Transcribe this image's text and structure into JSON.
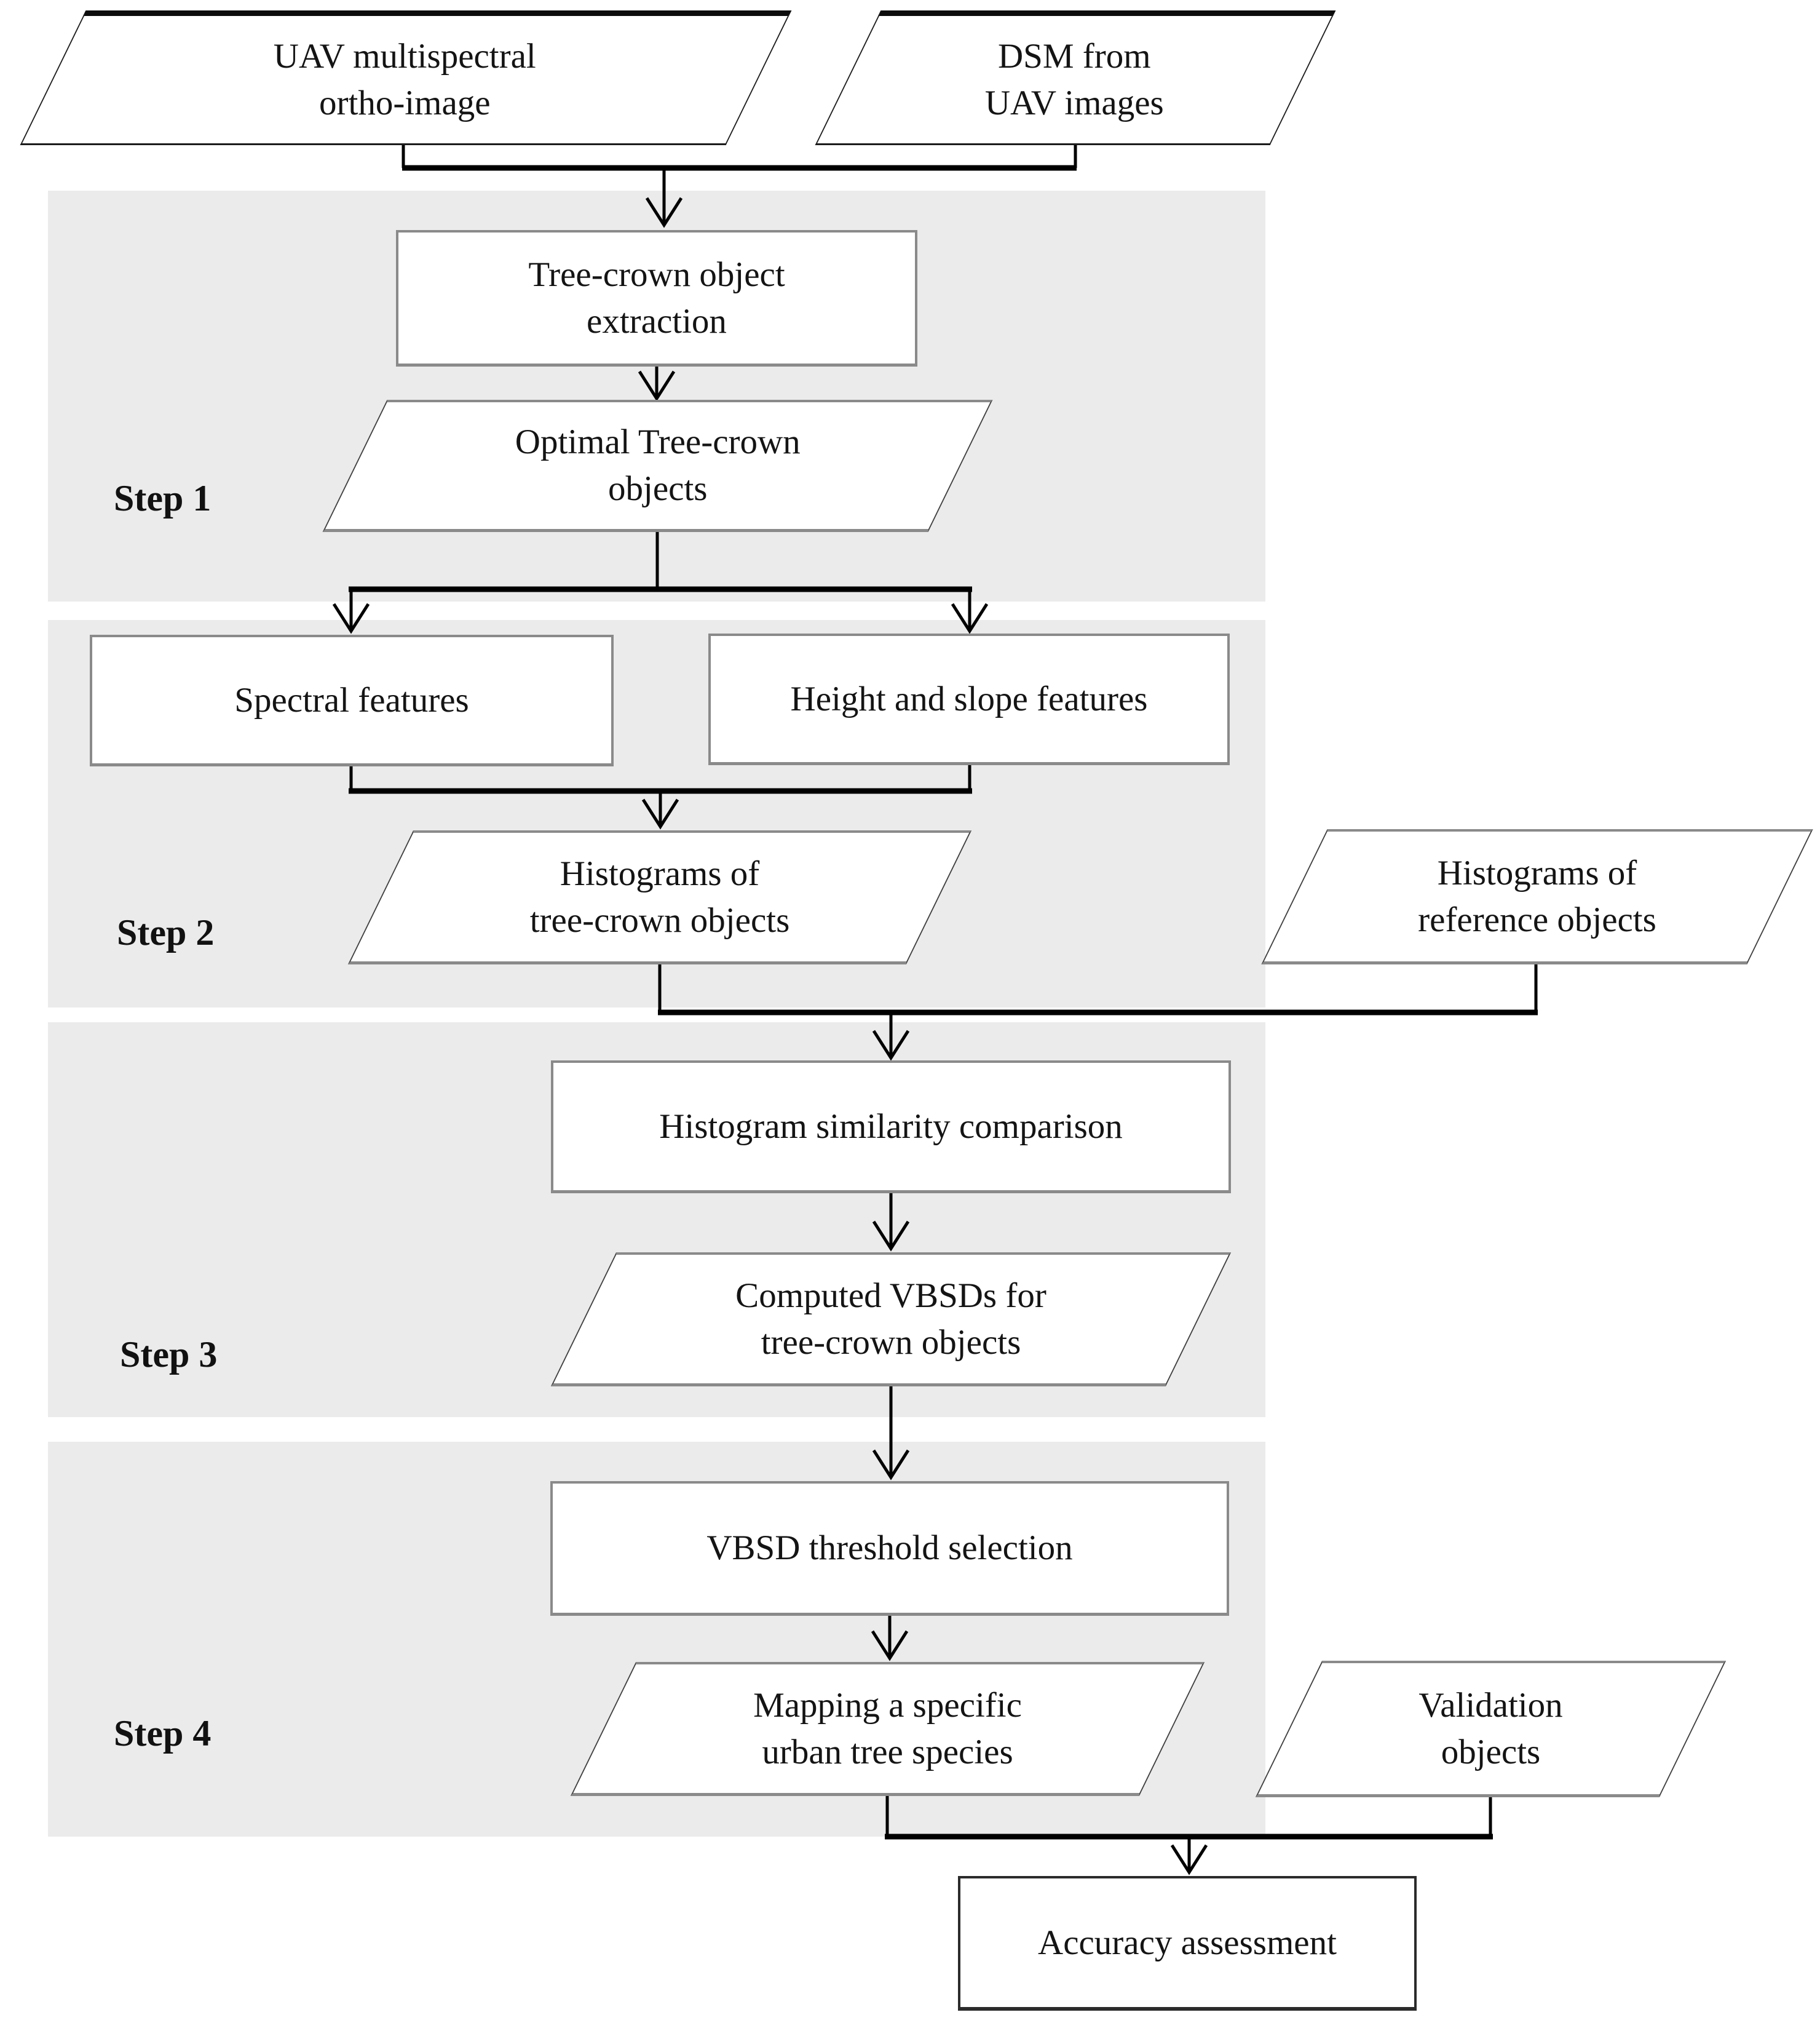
{
  "figure": {
    "type": "flowchart",
    "description": "Workflow for mapping a specific urban tree species from UAV data"
  },
  "colors": {
    "background": "#ffffff",
    "step_bg": "#ebebeb",
    "shape_fill": "#ffffff",
    "shape_border": "#8a8a8a",
    "line": "#000000",
    "text": "#141414"
  },
  "steps": [
    {
      "label": "Step 1"
    },
    {
      "label": "Step 2"
    },
    {
      "label": "Step 3"
    },
    {
      "label": "Step 4"
    }
  ],
  "nodes": {
    "uav_ortho": {
      "shape": "parallelogram",
      "lines": [
        "UAV multispectral",
        "ortho-image"
      ]
    },
    "dsm": {
      "shape": "parallelogram",
      "lines": [
        "DSM from",
        "UAV images"
      ]
    },
    "tree_crown_extraction": {
      "shape": "rectangle",
      "lines": [
        "Tree-crown object",
        "extraction"
      ]
    },
    "optimal_objects": {
      "shape": "parallelogram",
      "lines": [
        "Optimal Tree-crown",
        "objects"
      ]
    },
    "spectral_features": {
      "shape": "rectangle",
      "lines": [
        "Spectral features"
      ]
    },
    "height_slope_features": {
      "shape": "rectangle",
      "lines": [
        "Height and slope features"
      ]
    },
    "hist_tree_crown": {
      "shape": "parallelogram",
      "lines": [
        "Histograms of",
        "tree-crown objects"
      ]
    },
    "hist_reference": {
      "shape": "parallelogram",
      "lines": [
        "Histograms of",
        "reference objects"
      ]
    },
    "hist_similarity": {
      "shape": "rectangle",
      "lines": [
        "Histogram similarity comparison"
      ]
    },
    "computed_vbsds": {
      "shape": "parallelogram",
      "lines": [
        "Computed VBSDs for",
        "tree-crown objects"
      ]
    },
    "vbsd_threshold": {
      "shape": "rectangle",
      "lines": [
        "VBSD threshold selection"
      ]
    },
    "mapping_species": {
      "shape": "parallelogram",
      "lines": [
        "Mapping a specific",
        "urban tree species"
      ]
    },
    "validation_objects": {
      "shape": "parallelogram",
      "lines": [
        "Validation",
        "objects"
      ]
    },
    "accuracy_assessment": {
      "shape": "rectangle",
      "lines": [
        "Accuracy assessment"
      ]
    }
  }
}
